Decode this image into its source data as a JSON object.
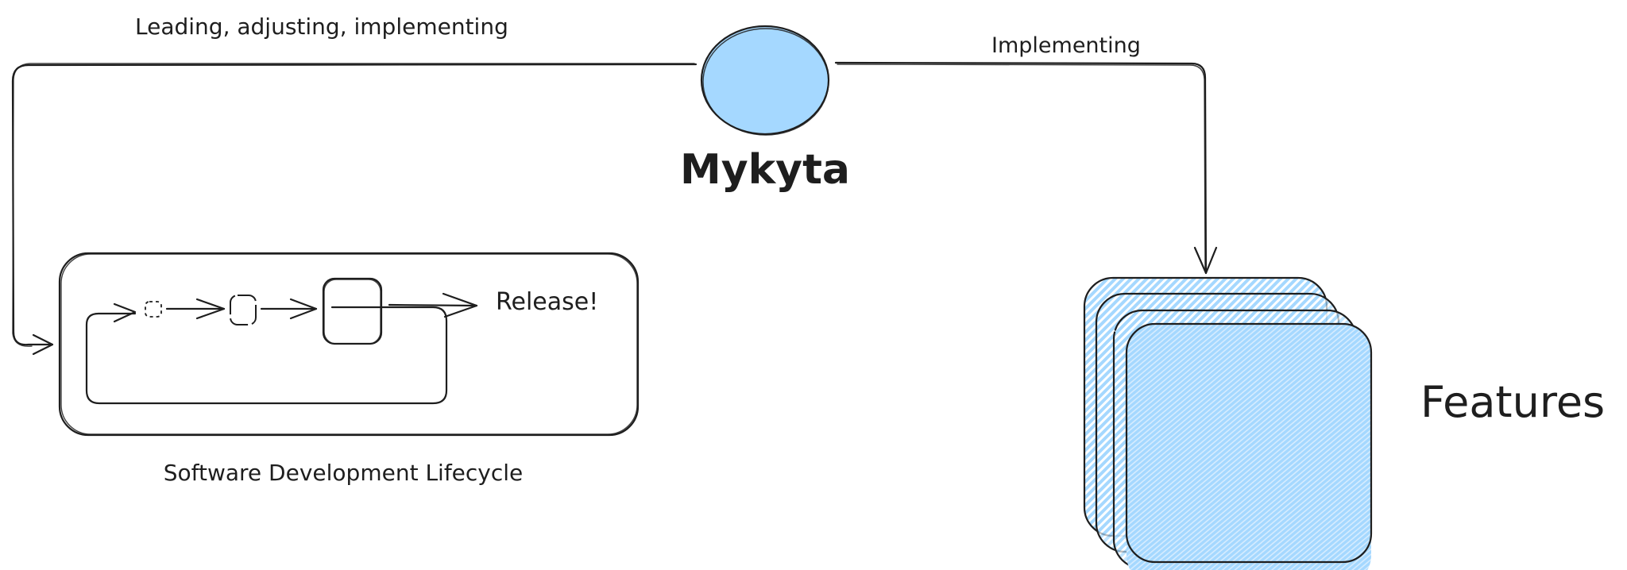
{
  "diagram": {
    "center_node": {
      "label": "Mykyta",
      "shape": "circle",
      "fill_color": "#a5d8ff"
    },
    "edges": [
      {
        "id": "to-sdlc",
        "label": "Leading, adjusting, implementing",
        "from": "Mykyta",
        "to": "Software Development Lifecycle"
      },
      {
        "id": "to-features",
        "label": "Implementing",
        "from": "Mykyta",
        "to": "Features"
      }
    ],
    "sdlc": {
      "label": "Software Development Lifecycle",
      "release_label": "Release!",
      "stages": [
        "small-dashed-box",
        "medium-dashed-box",
        "large-box"
      ]
    },
    "features": {
      "label": "Features",
      "stack_count": 4,
      "fill_color": "#a5d8ff"
    },
    "colors": {
      "stroke": "#1e1e1e",
      "accent_fill": "#a5d8ff",
      "background": "#ffffff"
    }
  }
}
